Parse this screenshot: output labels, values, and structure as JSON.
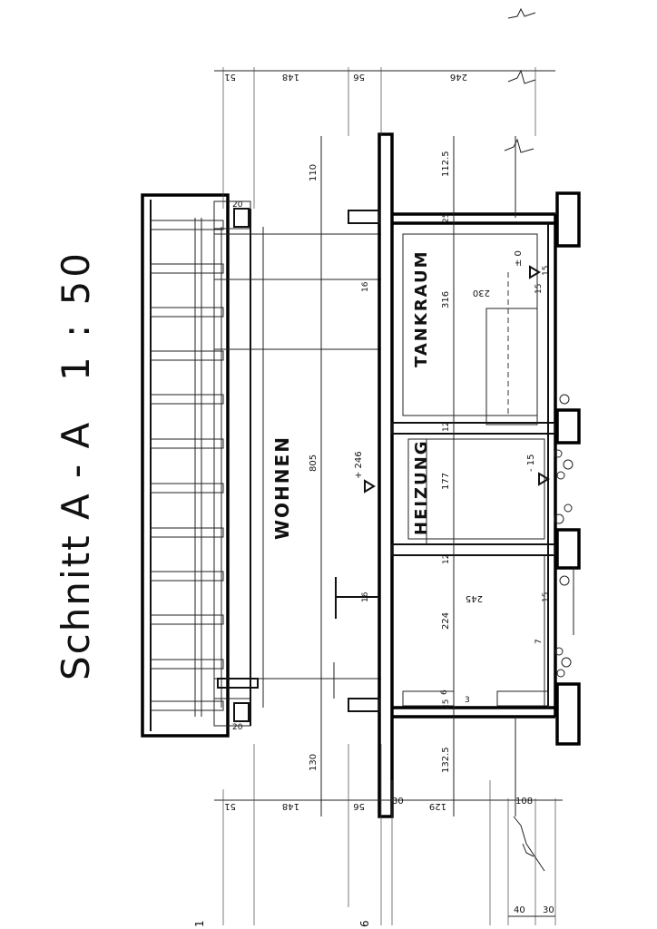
{
  "title": "Schnitt  A - A",
  "scale": "1 : 50",
  "rooms": {
    "wohnen": "WOHNEN",
    "tankraum": "TANKRAUM",
    "heizung": "HEIZUNG"
  },
  "levels": {
    "wohnen": "+ 246",
    "tankraum": "± 0",
    "heizung": "- 15"
  },
  "dims_top": [
    "51",
    "148",
    "56",
    "246"
  ],
  "dims_bottom": [
    "51",
    "148",
    "56",
    "30",
    "129",
    "108",
    "40",
    "30"
  ],
  "dims_inner": {
    "upper_left": "20",
    "lower_left": "20",
    "wohnen_upper": "110",
    "wohnen_span": "805",
    "wohnen_lower": "130",
    "wohnen_right_top": "16",
    "wohnen_right_bottom": "16",
    "tank_top_col": "112.5",
    "tank_slab": "25",
    "tank_span": "316",
    "heizung_slab_top": "12",
    "heizung_span": "177",
    "heizung_slab_bottom": "12",
    "lower_span": "224",
    "lower_slab": "25",
    "lower_small": "6",
    "lower_small2": "3",
    "lower_bottom": "132.5",
    "tank_width": "230",
    "lower_width": "245",
    "tank_side": "15",
    "heizung_side": "15",
    "lower_side": "15",
    "small_mark": "7"
  },
  "margin_marks": [
    "1",
    "6"
  ]
}
